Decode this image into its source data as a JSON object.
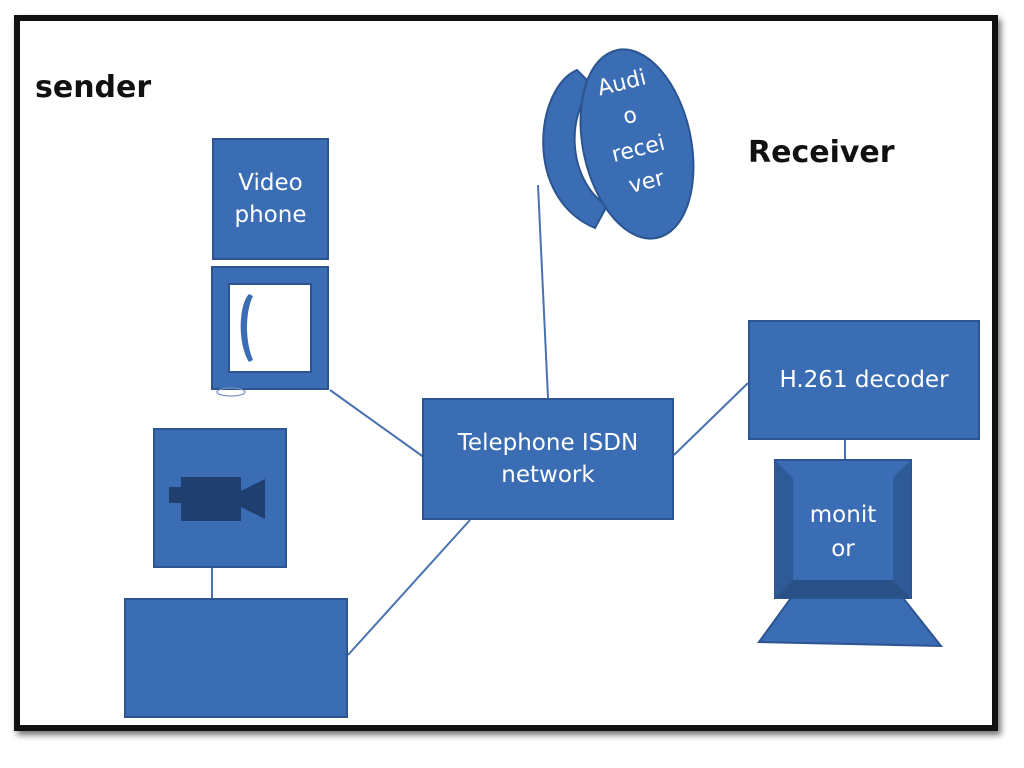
{
  "labels": {
    "sender": "sender",
    "receiver": "Receiver"
  },
  "nodes": {
    "videophone": [
      "Video",
      "phone"
    ],
    "network": [
      "Telephone ISDN",
      "network"
    ],
    "decoder": "H.261 decoder",
    "monitor": [
      "monit",
      "or"
    ],
    "audio_receiver": [
      "Audi",
      "o",
      "recei",
      "ver"
    ]
  },
  "colors": {
    "box_fill": "#3a6db3",
    "box_border": "#2b5490",
    "camera": "#1f3f6e",
    "wire": "#4a72b0",
    "frame": "#111111"
  },
  "icons": {
    "camera": "video-camera-icon",
    "handset": "phone-handset-icon"
  }
}
